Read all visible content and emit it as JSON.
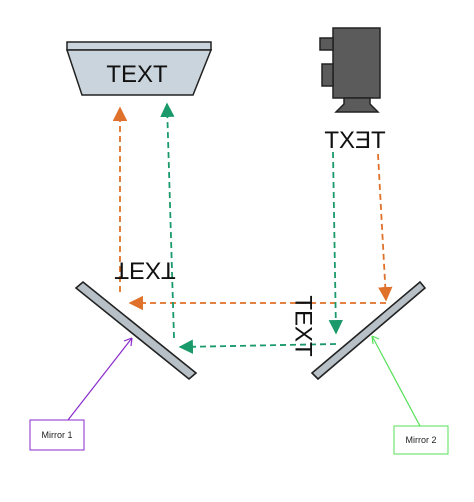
{
  "screen": {
    "label": "TEXT"
  },
  "projector_label": "TXƎT",
  "mirror1_reflection": "TEXT",
  "mirror2_reflection": "TEXT",
  "mirror1": {
    "label": "Mirror 1"
  },
  "mirror2": {
    "label": "Mirror 2"
  },
  "colors": {
    "orange": "#e0712a",
    "green": "#1a9a6a",
    "projector": "#5b5b5b",
    "screen_face": "#c9d4dc",
    "mirror_face": "#b7c0c7",
    "mirror1_callout": "#8a2bcc",
    "mirror2_callout": "#55e055"
  }
}
